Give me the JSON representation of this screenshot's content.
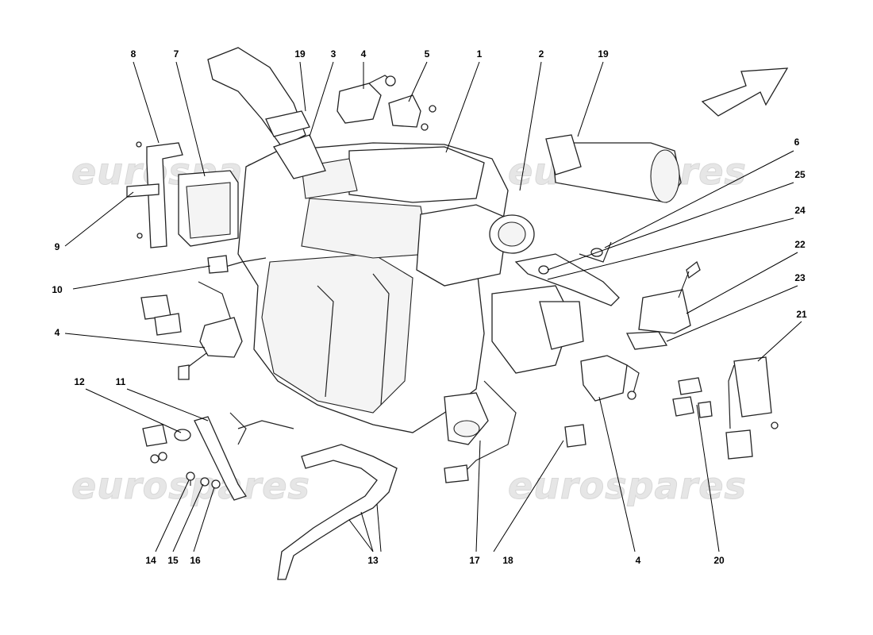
{
  "watermark": {
    "text": "eurospares"
  },
  "callouts": [
    {
      "id": "c1",
      "label": "1"
    },
    {
      "id": "c2",
      "label": "2"
    },
    {
      "id": "c3",
      "label": "3"
    },
    {
      "id": "c4a",
      "label": "4"
    },
    {
      "id": "c4b",
      "label": "4"
    },
    {
      "id": "c4c",
      "label": "4"
    },
    {
      "id": "c5",
      "label": "5"
    },
    {
      "id": "c6",
      "label": "6"
    },
    {
      "id": "c7",
      "label": "7"
    },
    {
      "id": "c8",
      "label": "8"
    },
    {
      "id": "c9",
      "label": "9"
    },
    {
      "id": "c10",
      "label": "10"
    },
    {
      "id": "c11",
      "label": "11"
    },
    {
      "id": "c12",
      "label": "12"
    },
    {
      "id": "c13",
      "label": "13"
    },
    {
      "id": "c14",
      "label": "14"
    },
    {
      "id": "c15",
      "label": "15"
    },
    {
      "id": "c16",
      "label": "16"
    },
    {
      "id": "c17",
      "label": "17"
    },
    {
      "id": "c18",
      "label": "18"
    },
    {
      "id": "c19a",
      "label": "19"
    },
    {
      "id": "c19b",
      "label": "19"
    },
    {
      "id": "c20",
      "label": "20"
    },
    {
      "id": "c21",
      "label": "21"
    },
    {
      "id": "c22",
      "label": "22"
    },
    {
      "id": "c23",
      "label": "23"
    },
    {
      "id": "c24",
      "label": "24"
    },
    {
      "id": "c25",
      "label": "25"
    }
  ]
}
